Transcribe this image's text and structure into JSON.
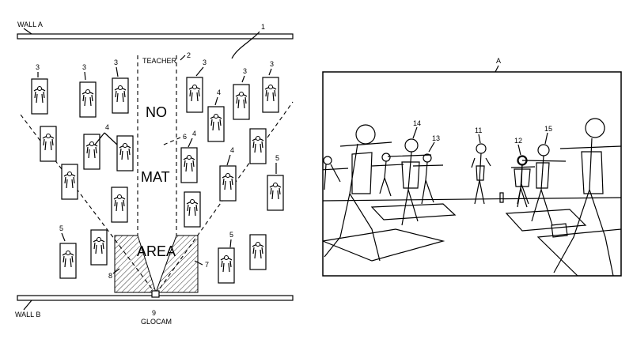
{
  "floor_plan": {
    "wall_a_label": "WALL A",
    "wall_b_label": "WALL B",
    "teacher_label": "TEACHER",
    "no_label": "NO",
    "mat_label": "MAT",
    "area_label": "AREA",
    "camera_label": "GLOCAM",
    "ref_room": "1",
    "ref_teacher": "2",
    "ref_student": "3",
    "ref_student_b": "4",
    "ref_student_c": "5",
    "ref_no_mat_area": "6",
    "ref_right_zone": "7",
    "ref_left_zone": "8",
    "ref_camera": "9"
  },
  "camera_view": {
    "ref_view": "A",
    "ref_teacher": "11",
    "ref_person_12": "12",
    "ref_person_13": "13",
    "ref_person_14": "14",
    "ref_person_15": "15"
  }
}
